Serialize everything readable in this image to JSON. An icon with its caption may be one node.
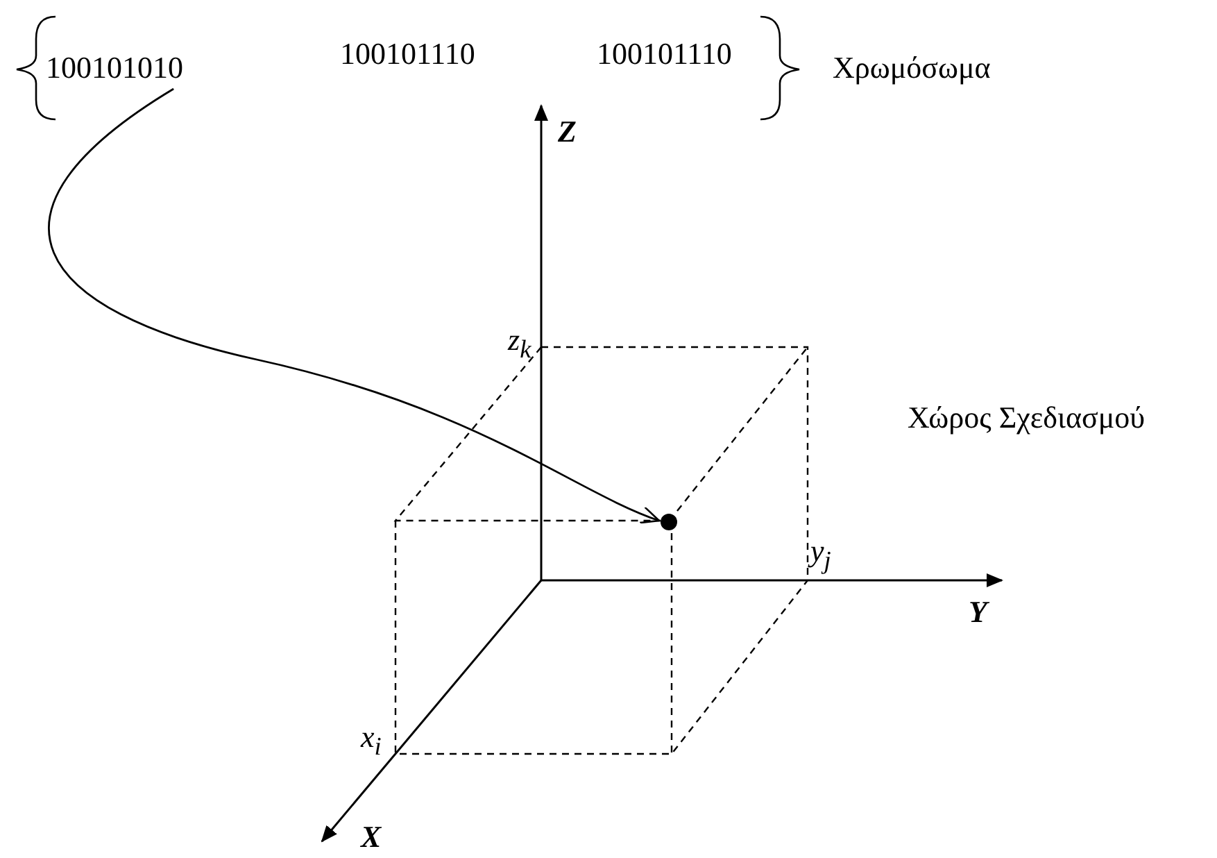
{
  "diagram": {
    "nodes": [
      {
        "text": [
          "100101010"
        ]
      },
      {
        "text": [],
        "shape": "circle"
      }
    ],
    "edges": [
      {
        "from": 0,
        "to": 1,
        "arrow": "to"
      }
    ],
    "labels": [
      "100101110",
      "100101110",
      "Χρωμόσωμα",
      "Z",
      "z$_{k}$",
      "Χώρος Σχεδιασμού",
      "y$_{j}$",
      "Y",
      "x$_{i}$",
      "X"
    ]
  }
}
